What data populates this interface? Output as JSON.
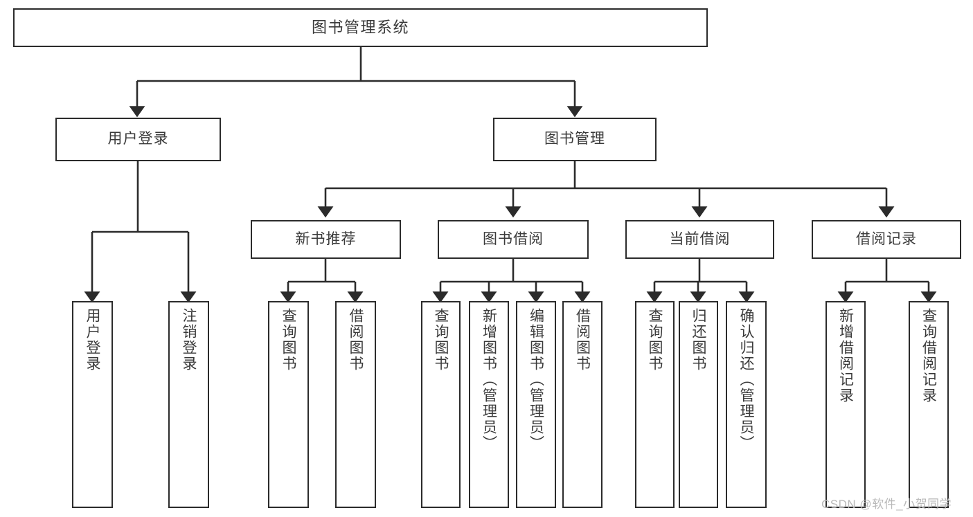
{
  "diagram": {
    "title": "图书管理系统",
    "watermark": "CSDN @软件_小贺同学",
    "line_color": "#2b2b2b",
    "text_color": "#3a3a3a",
    "background": "#ffffff",
    "nodes": {
      "root": "图书管理系统",
      "level1": {
        "user_login": "用户登录",
        "book_manage": "图书管理"
      },
      "level2": {
        "new_book_rec": "新书推荐",
        "book_borrow": "图书借阅",
        "current_borrow": "当前借阅",
        "borrow_record": "借阅记录"
      },
      "leaves": {
        "user_login_1": "用户登录",
        "user_login_2": "注销登录",
        "new_book_rec_1": "查询图书",
        "new_book_rec_2": "借阅图书",
        "book_borrow_1": "查询图书",
        "book_borrow_2": "新增图书（管理员）",
        "book_borrow_3": "编辑图书（管理员）",
        "book_borrow_4": "借阅图书",
        "current_borrow_1": "查询图书",
        "current_borrow_2": "归还图书",
        "current_borrow_3": "确认归还（管理员）",
        "borrow_record_1": "新增借阅记录",
        "borrow_record_2": "查询借阅记录"
      }
    }
  }
}
